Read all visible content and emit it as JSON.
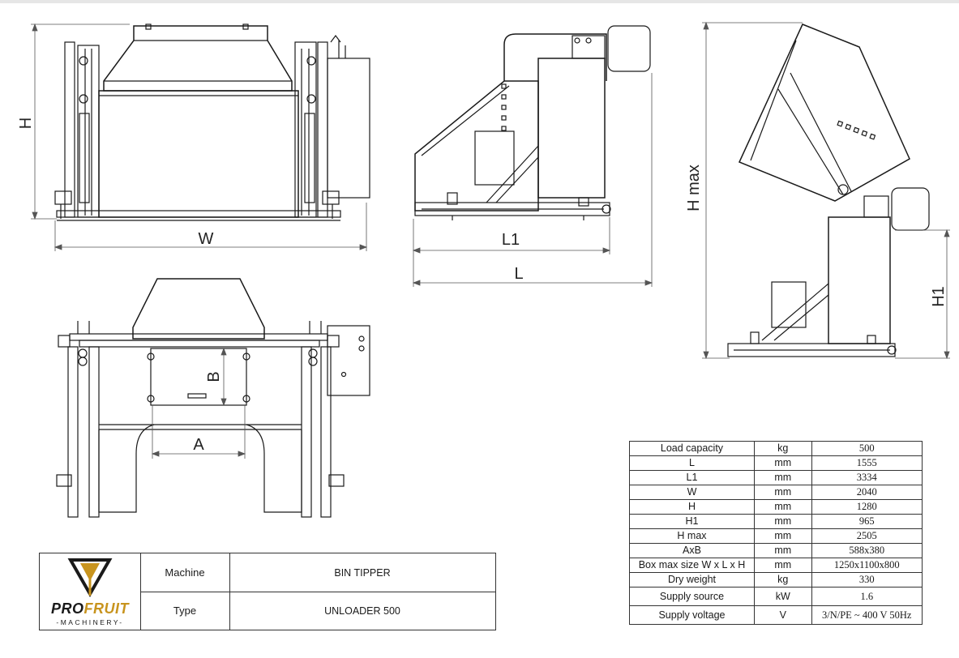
{
  "drawing": {
    "labels": {
      "w": "W",
      "h": "H",
      "l1": "L1",
      "l": "L",
      "h_max": "H max",
      "h1": "H1",
      "a": "A",
      "b": "B"
    }
  },
  "spec_table": {
    "rows": [
      {
        "param": "Load capacity",
        "unit": "kg",
        "value": "500"
      },
      {
        "param": "L",
        "unit": "mm",
        "value": "1555"
      },
      {
        "param": "L1",
        "unit": "mm",
        "value": "3334"
      },
      {
        "param": "W",
        "unit": "mm",
        "value": "2040"
      },
      {
        "param": "H",
        "unit": "mm",
        "value": "1280"
      },
      {
        "param": "H1",
        "unit": "mm",
        "value": "965"
      },
      {
        "param": "H max",
        "unit": "mm",
        "value": "2505"
      },
      {
        "param": "AxB",
        "unit": "mm",
        "value": "588x380"
      },
      {
        "param": "Box max size W x L x H",
        "unit": "mm",
        "value": "1250x1100x800"
      },
      {
        "param": "Dry weight",
        "unit": "kg",
        "value": "330"
      },
      {
        "param": "Supply source",
        "unit": "kW",
        "value": "1.6"
      },
      {
        "param": "Supply voltage",
        "unit": "V",
        "value": "3/N/PE ~ 400 V 50Hz"
      }
    ]
  },
  "title_block": {
    "brand_pro": "PRO",
    "brand_fruit": "FRUIT",
    "brand_sub": "-MACHINERY-",
    "machine_label": "Machine",
    "machine_value": "BIN TIPPER",
    "type_label": "Type",
    "type_value": "UNLOADER 500"
  },
  "colors": {
    "line": "#1a1a1a",
    "dim": "#555555",
    "brand_gold": "#c8941e"
  }
}
